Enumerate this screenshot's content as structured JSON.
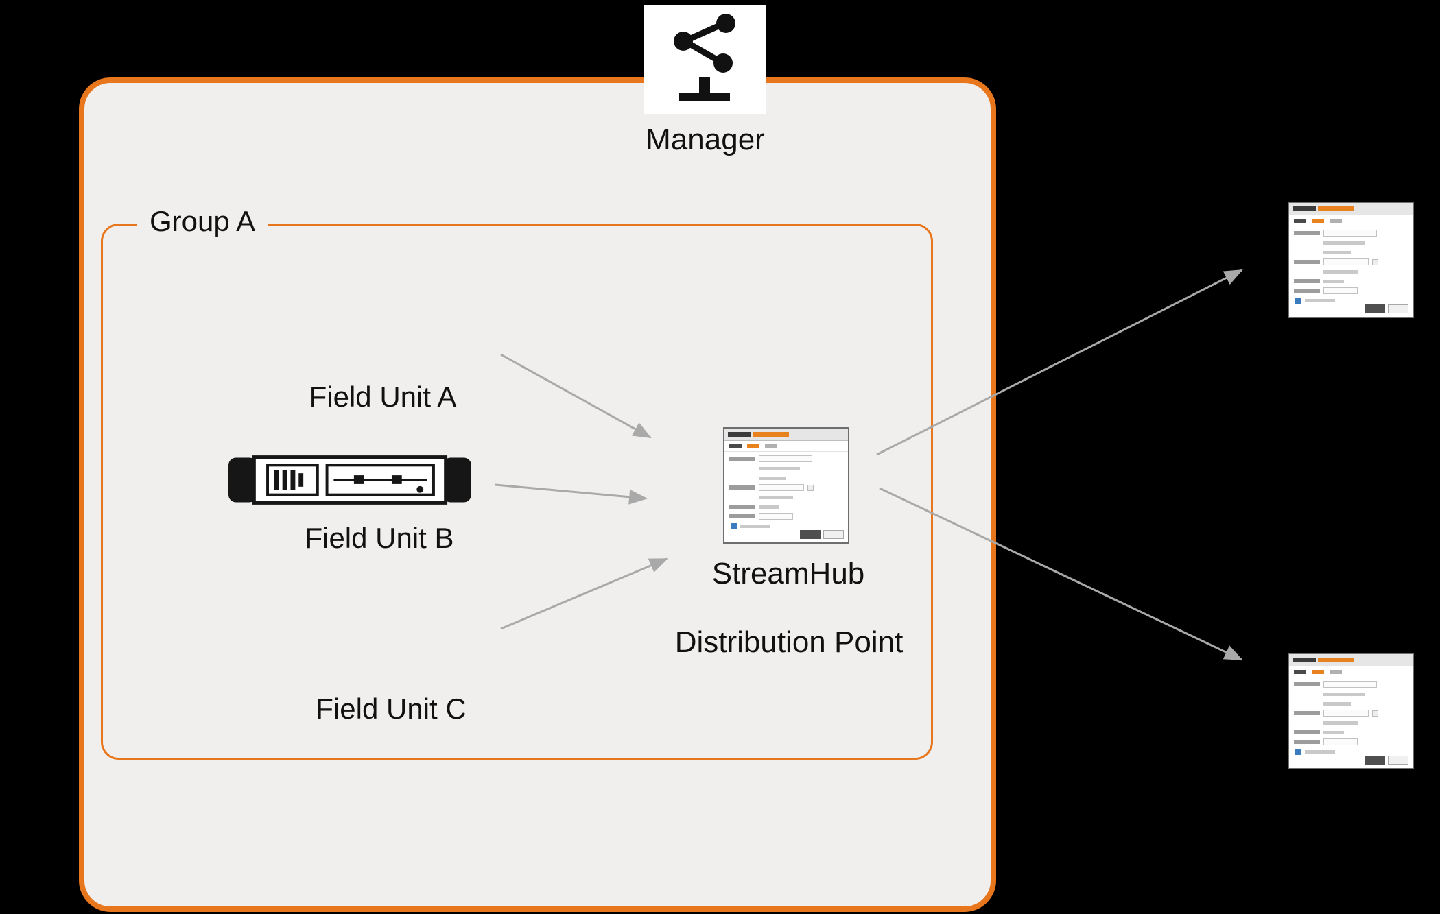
{
  "diagram": {
    "manager": {
      "label": "Manager"
    },
    "group": {
      "label": "Group A"
    },
    "field_units": [
      {
        "label": "Field Unit A"
      },
      {
        "label": "Field Unit B"
      },
      {
        "label": "Field Unit C"
      }
    ],
    "hub": {
      "label": "StreamHub",
      "role": "Distribution Point"
    },
    "connections": [
      {
        "from": "field-unit-a",
        "to": "streamhub"
      },
      {
        "from": "field-unit-b",
        "to": "streamhub"
      },
      {
        "from": "field-unit-c",
        "to": "streamhub"
      },
      {
        "from": "streamhub",
        "to": "receiver-top"
      },
      {
        "from": "streamhub",
        "to": "receiver-bottom"
      }
    ]
  },
  "colors": {
    "background": "#000000",
    "panel_fill": "#f0efed",
    "accent_orange": "#e8761c",
    "arrow_gray": "#a9a9a9",
    "text": "#111111"
  }
}
